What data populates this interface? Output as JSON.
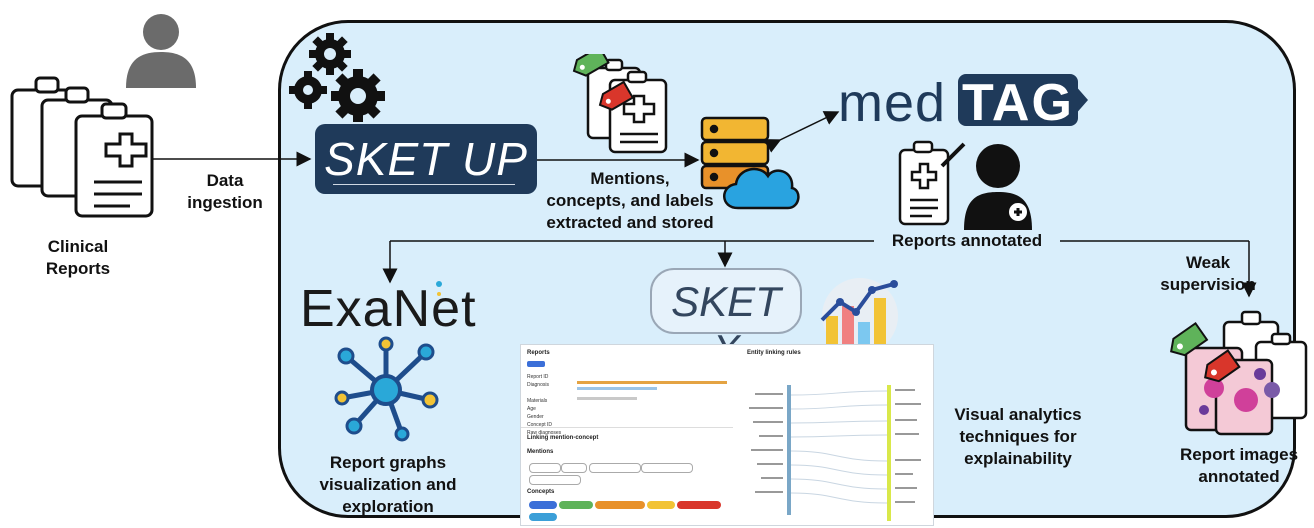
{
  "inputs": {
    "clinical_reports_label": "Clinical\nReports",
    "data_ingestion_label": "Data\ningestion"
  },
  "sketup": {
    "logo_text": "SKET UP"
  },
  "storage": {
    "caption": "Mentions,\nconcepts, and labels\nextracted and stored"
  },
  "medtag": {
    "prefix": "med",
    "boxed": "TAG"
  },
  "annotation": {
    "reports_annotated_label": "Reports annotated"
  },
  "sketx": {
    "logo_text": "SKET X"
  },
  "exanet": {
    "logo_text": "ExaNet",
    "caption": "Report graphs\nvisualization and\nexploration"
  },
  "visual_analytics": {
    "caption": "Visual analytics\ntechniques for\nexplainability"
  },
  "weak": {
    "weak_supervision_label": "Weak\nsupervision",
    "report_images_label": "Report images\nannotated"
  },
  "screenshot": {
    "reports_title": "Reports",
    "entity_title": "Entity linking rules",
    "linking_title": "Linking mention-concept",
    "mentions_label": "Mentions",
    "concepts_label": "Concepts",
    "fields": [
      "Report ID",
      "Diagnosis",
      "Materials",
      "Age",
      "Gender",
      "Concept ID",
      "Raw diagnoses"
    ]
  },
  "colors": {
    "panel_bg": "#d9eefb",
    "brand_navy": "#1f3a5a",
    "exanet_cyan": "#2aa8d8",
    "exanet_yellow": "#f2c335",
    "tag_green": "#5fb35a",
    "tag_red": "#d9362b",
    "db_gold": "#f2b632",
    "cloud_blue": "#29a3e0"
  }
}
